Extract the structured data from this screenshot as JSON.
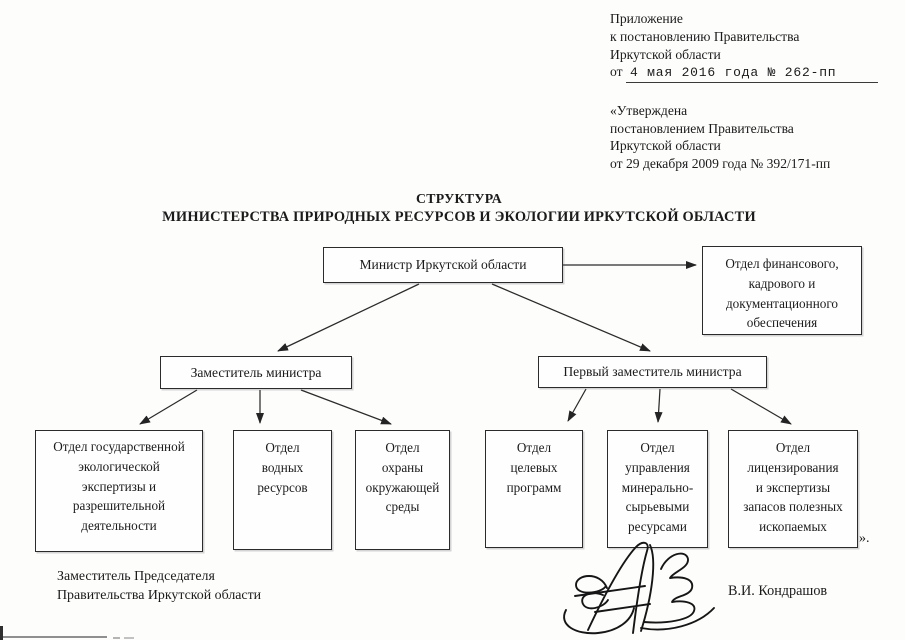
{
  "colors": {
    "ink": "#1b1b1b",
    "paper": "#fdfdfc",
    "line": "#2b2b2b"
  },
  "header_block": {
    "lines": "Приложение\nк постановлению Правительства\nИркутской области",
    "date_prefix": "от",
    "date_value": "4 мая 2016 года № 262-пп"
  },
  "approval_block": {
    "lines": "«Утверждена\nпостановлением Правительства\nИркутской области\nот 29 декабря 2009 года № 392/171-пп"
  },
  "title": {
    "line1": "СТРУКТУРА",
    "line2": "МИНИСТЕРСТВА ПРИРОДНЫХ РЕСУРСОВ И ЭКОЛОГИИ ИРКУТСКОЙ ОБЛАСТИ"
  },
  "org_chart": {
    "minister": "Министр Иркутской области",
    "finance_dept": "Отдел финансового,\nкадрового и\nдокументационного\nобеспечения",
    "deputy": "Заместитель министра",
    "first_deputy": "Первый заместитель министра",
    "expertise_dept": "Отдел государственной\nэкологической\nэкспертизы и\nразрешительной\nдеятельности",
    "water_dept": "Отдел\nводных\nресурсов",
    "environment_dept": "Отдел\nохраны\nокружающей\nсреды",
    "programs_dept": "Отдел\nцелевых\nпрограмм",
    "mineral_dept": "Отдел\nуправления\nминерально-\nсырьевыми\nресурсами",
    "licensing_dept": "Отдел\nлицензирования\nи экспертизы\nзапасов полезных\nископаемых",
    "closing_mark": "»."
  },
  "signature_block": {
    "position_lines": "Заместитель Председателя\nПравительства Иркутской области",
    "signer": "В.И. Кондрашов"
  }
}
